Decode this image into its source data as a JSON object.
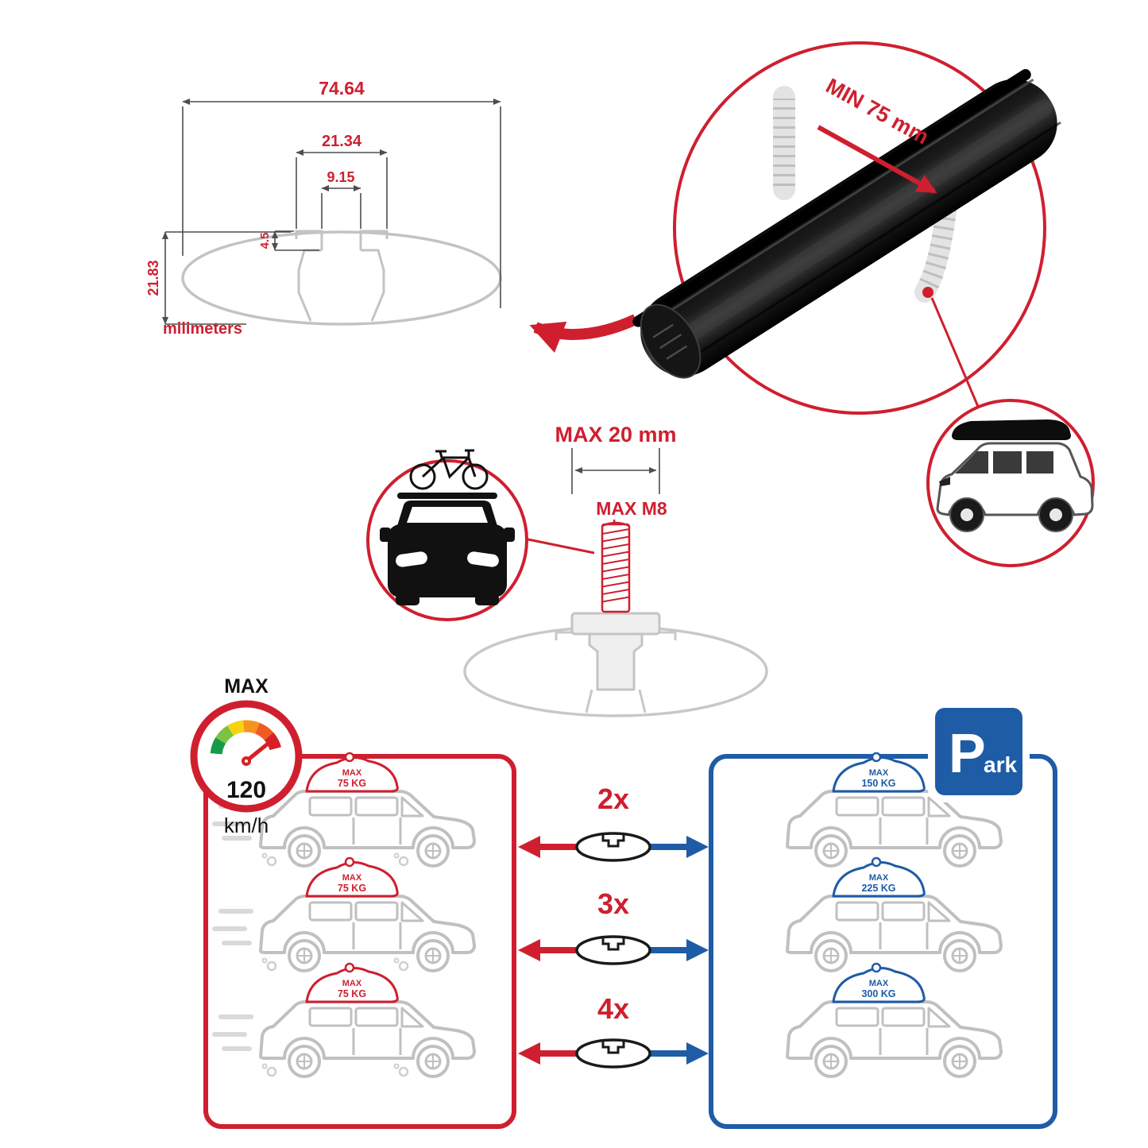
{
  "colors": {
    "red": "#cf1f2f",
    "blue": "#1e5ca6",
    "gray": "#c3c3c3",
    "dark": "#111111"
  },
  "dimension_diagram": {
    "total_width": "74.64",
    "upper_width": "21.34",
    "slot_width": "9.15",
    "slot_depth": "4.5",
    "total_height": "21.83",
    "units": "milimeters"
  },
  "crossbar_detail": {
    "clamp_min": "MIN 75 mm"
  },
  "bolt_detail": {
    "max_width": "MAX 20 mm",
    "max_thread": "MAX M8"
  },
  "speed_gauge": {
    "label": "MAX",
    "value": "120",
    "units": "km/h"
  },
  "left_panel": {
    "cars": [
      {
        "load_line1": "MAX",
        "load_line2": "75 KG"
      },
      {
        "load_line1": "MAX",
        "load_line2": "75 KG"
      },
      {
        "load_line1": "MAX",
        "load_line2": "75 KG"
      }
    ]
  },
  "multipliers": [
    {
      "label": "2x"
    },
    {
      "label": "3x"
    },
    {
      "label": "4x"
    }
  ],
  "right_panel": {
    "cars": [
      {
        "load_line1": "MAX",
        "load_line2": "150 KG"
      },
      {
        "load_line1": "MAX",
        "load_line2": "225 KG"
      },
      {
        "load_line1": "MAX",
        "load_line2": "300 KG"
      }
    ]
  },
  "park_sign": {
    "letter": "P",
    "rest": "ark"
  }
}
